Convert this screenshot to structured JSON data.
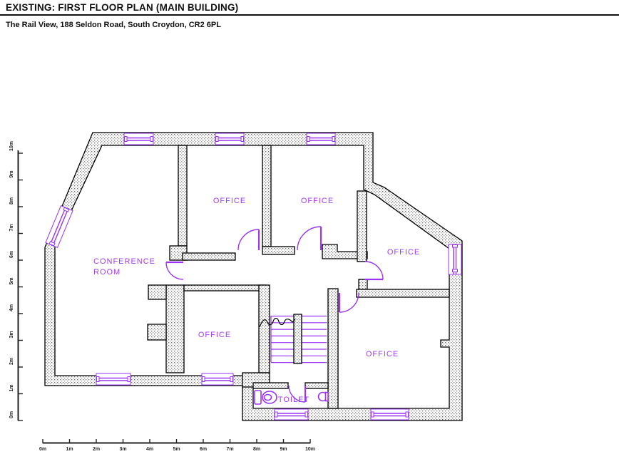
{
  "header": {
    "title": "EXISTING: FIRST FLOOR PLAN (MAIN BUILDING)",
    "subtitle": "The Rail View, 188 Seldon Road, South Croydon, CR2 6PL"
  },
  "rooms": {
    "conference_line1": "CONFERENCE",
    "conference_line2": "ROOM",
    "offices": [
      "OFFICE",
      "OFFICE",
      "OFFICE",
      "OFFICE",
      "OFFICE"
    ],
    "toilet": "TOILET"
  },
  "scales": {
    "horizontal": {
      "labels": [
        "0m",
        "1m",
        "2m",
        "3m",
        "4m",
        "5m",
        "6m",
        "7m",
        "8m",
        "9m",
        "10m"
      ]
    },
    "vertical": {
      "labels": [
        "0m",
        "1m",
        "2m",
        "3m",
        "4m",
        "5m",
        "6m",
        "7m",
        "8m",
        "9m",
        "10m"
      ]
    }
  },
  "colors": {
    "accent_lines": "#9b35f2",
    "room_label": "#a33df2",
    "wall_outline": "#000000",
    "text": "#111111"
  }
}
